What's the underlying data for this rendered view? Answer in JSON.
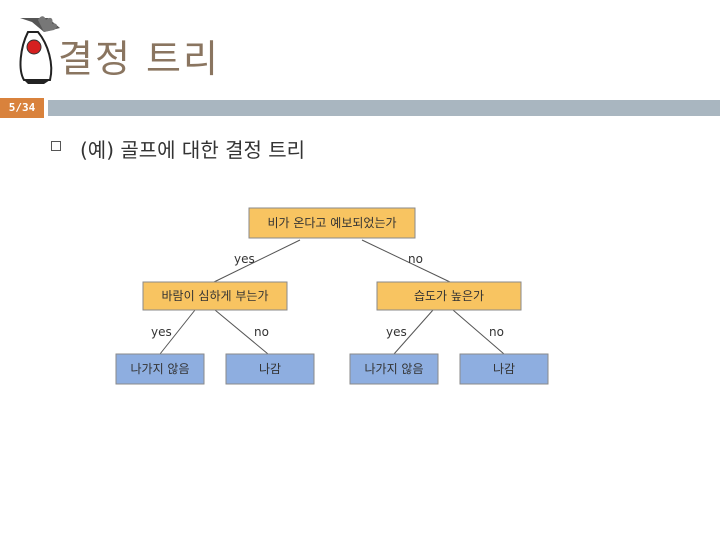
{
  "slide": {
    "title": "결정 트리",
    "page_number": "5/34",
    "bullet_text": "(예) 골프에 대한 결정 트리"
  },
  "colors": {
    "internal_node": "#f8c461",
    "leaf_node": "#8eaee0",
    "node_border": "#8a8a8a",
    "title": "#8a7560",
    "badge": "#d9823c",
    "header_bar": "#a9b6c0"
  },
  "tree": {
    "root": {
      "label": "비가 온다고 예보되었는가"
    },
    "edges": {
      "root_left": "yes",
      "root_right": "no",
      "left_left": "yes",
      "left_right": "no",
      "right_left": "yes",
      "right_right": "no"
    },
    "left": {
      "label": "바람이 심하게 부는가"
    },
    "right": {
      "label": "습도가 높은가"
    },
    "leaves": [
      {
        "label": "나가지 않음"
      },
      {
        "label": "나감"
      },
      {
        "label": "나가지 않음"
      },
      {
        "label": "나감"
      }
    ]
  }
}
